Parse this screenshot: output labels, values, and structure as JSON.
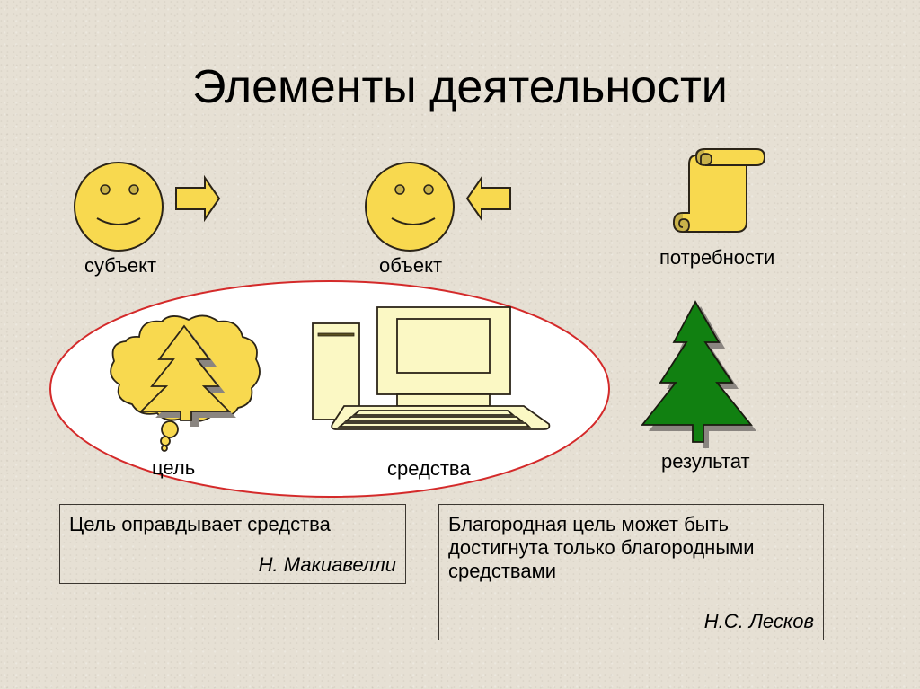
{
  "slide": {
    "title": "Элементы деятельности",
    "background_color": "#e6e0d4",
    "colors": {
      "yellow_fill": "#f8d94f",
      "yellow_shadow": "#c9b24a",
      "outline": "#2b2418",
      "computer_fill": "#fbf8c4",
      "tree_green": "#118011",
      "ellipse_border": "#d42a2a",
      "ellipse_fill": "#ffffff",
      "shadow_gray": "#8a8580"
    }
  },
  "items": {
    "subject": {
      "label": "субъект",
      "icon": "smiley-face-icon",
      "arrow": "arrow-right-icon"
    },
    "object": {
      "label": "объект",
      "icon": "smiley-face-icon",
      "arrow": "arrow-left-icon"
    },
    "needs": {
      "label": "потребности",
      "icon": "scroll-icon"
    },
    "goal": {
      "label": "цель",
      "icon": "thought-cloud-tree-icon"
    },
    "means": {
      "label": "средства",
      "icon": "computer-icon"
    },
    "result": {
      "label": "результат",
      "icon": "green-tree-icon"
    }
  },
  "quotes": [
    {
      "text": "Цель оправдывает средства",
      "author": "Н. Макиавелли"
    },
    {
      "text": "Благородная цель может быть достигнута только благородными средствами",
      "author": "Н.С. Лесков"
    }
  ]
}
